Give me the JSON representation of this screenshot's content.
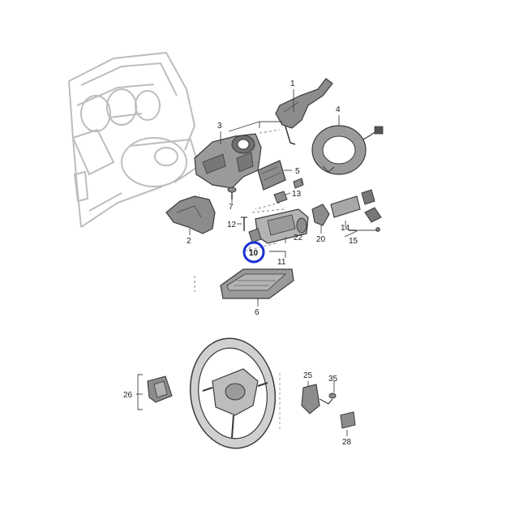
{
  "callouts": {
    "c1": "1",
    "c2": "2",
    "c3": "3",
    "c4": "4",
    "c5": "5",
    "c6": "6",
    "c7": "7",
    "c10": "10",
    "c11": "11",
    "c12": "12",
    "c13": "13",
    "c14": "14",
    "c15": "15",
    "c20": "20",
    "c22": "22",
    "c25": "25",
    "c26": "26",
    "c28": "28",
    "c35": "35"
  },
  "colors": {
    "highlight": "#1a2fd6",
    "outline": "#3a3a3a",
    "dashboard": "#bdbdbd",
    "part_fill": "#8c8c8c"
  }
}
